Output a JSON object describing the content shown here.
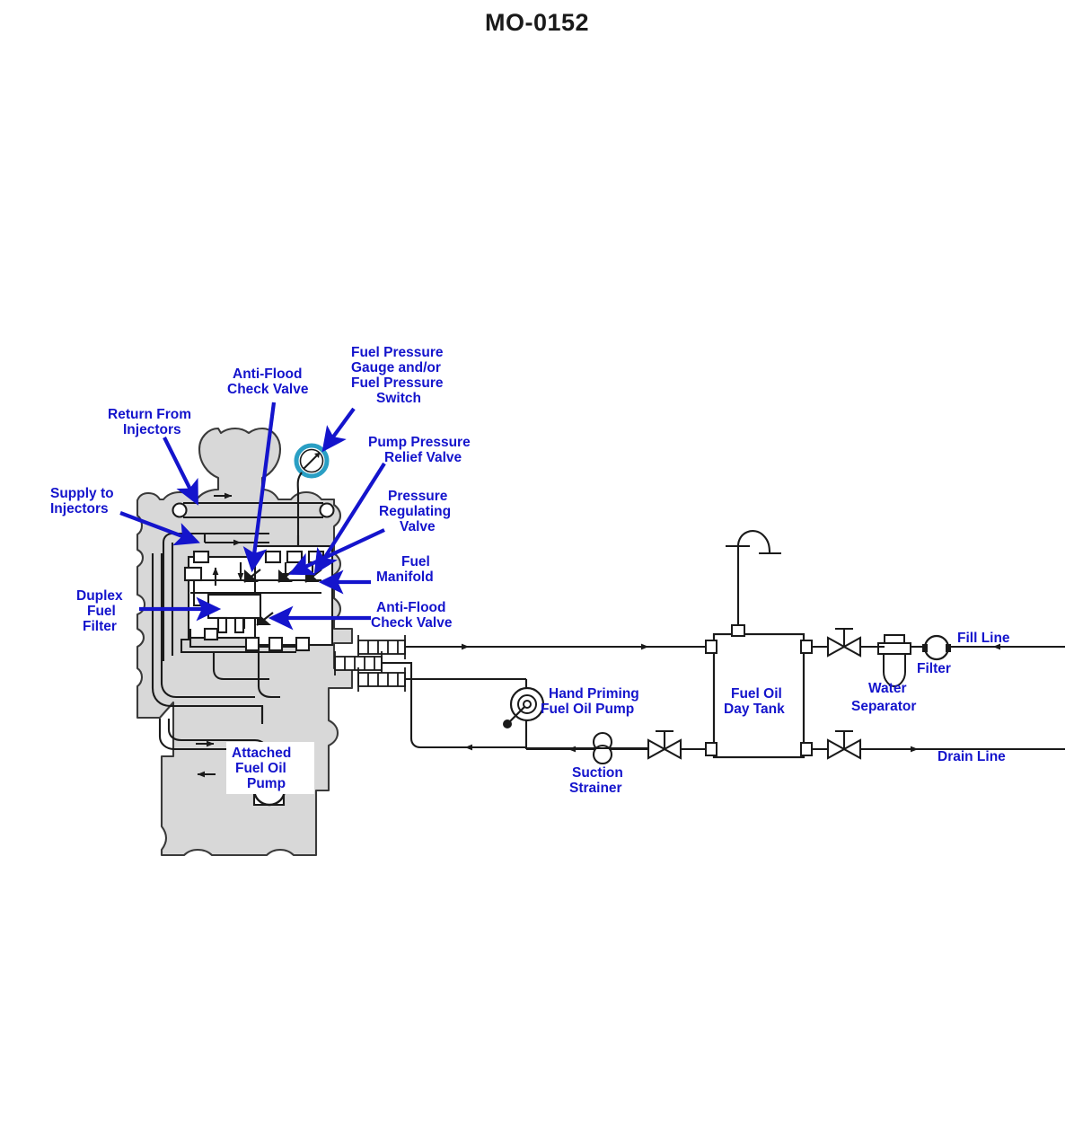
{
  "page": {
    "title": "MO-0152",
    "figure_kind": "marine diesel fuel oil system schematic"
  },
  "colors": {
    "label_blue": "#1414cc",
    "line_black": "#1a1a1a",
    "engine_gray": "#d8d8d8",
    "engine_outline": "#3a3a3a",
    "gauge_teal": "#2a9fc4",
    "title_black": "#1a1a1a",
    "background": "#ffffff"
  },
  "labels": {
    "return_from_injectors": {
      "lines": [
        "Return From",
        "Injectors"
      ]
    },
    "anti_flood_check_valve_top": {
      "lines": [
        "Anti-Flood",
        "Check Valve"
      ]
    },
    "fuel_pressure_gauge_switch": {
      "lines": [
        "Fuel Pressure",
        "Gauge and/or",
        "Fuel Pressure",
        "Switch"
      ]
    },
    "pump_pressure_relief_valve": {
      "lines": [
        "Pump Pressure",
        "Relief Valve"
      ]
    },
    "supply_to_injectors": {
      "lines": [
        "Supply to",
        "Injectors"
      ]
    },
    "pressure_regulating_valve": {
      "lines": [
        "Pressure",
        "Regulating",
        "Valve"
      ]
    },
    "fuel_manifold": {
      "lines": [
        "Fuel",
        "Manifold"
      ]
    },
    "duplex_fuel_filter": {
      "lines": [
        "Duplex",
        "Fuel",
        "Filter"
      ]
    },
    "anti_flood_check_valve_bottom": {
      "lines": [
        "Anti-Flood",
        "Check Valve"
      ]
    },
    "attached_fuel_oil_pump": {
      "lines": [
        "Attached",
        "Fuel Oil",
        "Pump"
      ]
    },
    "hand_priming_fuel_oil_pump": {
      "lines": [
        "Hand Priming",
        "Fuel Oil Pump"
      ]
    },
    "suction_strainer": {
      "lines": [
        "Suction",
        "Strainer"
      ]
    },
    "fuel_oil_day_tank": {
      "lines": [
        "Fuel Oil",
        "Day Tank"
      ]
    },
    "water_separator": {
      "lines": [
        "Water",
        "Separator"
      ]
    },
    "filter": {
      "lines": [
        "Filter"
      ]
    },
    "fill_line": {
      "lines": [
        "Fill Line"
      ]
    },
    "drain_line": {
      "lines": [
        "Drain Line"
      ]
    }
  },
  "components": [
    {
      "id": "engine-block",
      "name": "Engine Block",
      "kind": "silhouette"
    },
    {
      "id": "fuel-pressure-gauge",
      "name": "Fuel Pressure Gauge / Switch",
      "kind": "gauge"
    },
    {
      "id": "fuel-manifold",
      "name": "Fuel Manifold",
      "kind": "manifold"
    },
    {
      "id": "duplex-fuel-filter",
      "name": "Duplex Fuel Filter",
      "kind": "filter"
    },
    {
      "id": "attached-fuel-oil-pump",
      "name": "Attached Fuel Oil Pump",
      "kind": "pump"
    },
    {
      "id": "hand-priming-pump",
      "name": "Hand Priming Fuel Oil Pump",
      "kind": "hand-pump"
    },
    {
      "id": "suction-strainer",
      "name": "Suction Strainer",
      "kind": "strainer"
    },
    {
      "id": "day-tank",
      "name": "Fuel Oil Day Tank",
      "kind": "tank"
    },
    {
      "id": "tank-vent",
      "name": "Day Tank Vent Gooseneck",
      "kind": "vent"
    },
    {
      "id": "water-separator",
      "name": "Water Separator",
      "kind": "separator"
    },
    {
      "id": "fill-filter",
      "name": "Fill Line Filter",
      "kind": "filter"
    },
    {
      "id": "valve-supply",
      "name": "Supply Gate Valve",
      "kind": "gate-valve"
    },
    {
      "id": "valve-drain",
      "name": "Drain Gate Valve",
      "kind": "gate-valve"
    },
    {
      "id": "valve-tank-out",
      "name": "Tank Outlet Gate Valve",
      "kind": "gate-valve"
    },
    {
      "id": "valve-tank-fill",
      "name": "Tank Fill Gate Valve",
      "kind": "gate-valve"
    }
  ],
  "flow": {
    "fill_line_direction": "into system (leftward)",
    "drain_line_direction": "out of system (rightward)",
    "return_direction": "to day tank (rightward)",
    "suction_direction": "to engine (leftward)"
  }
}
